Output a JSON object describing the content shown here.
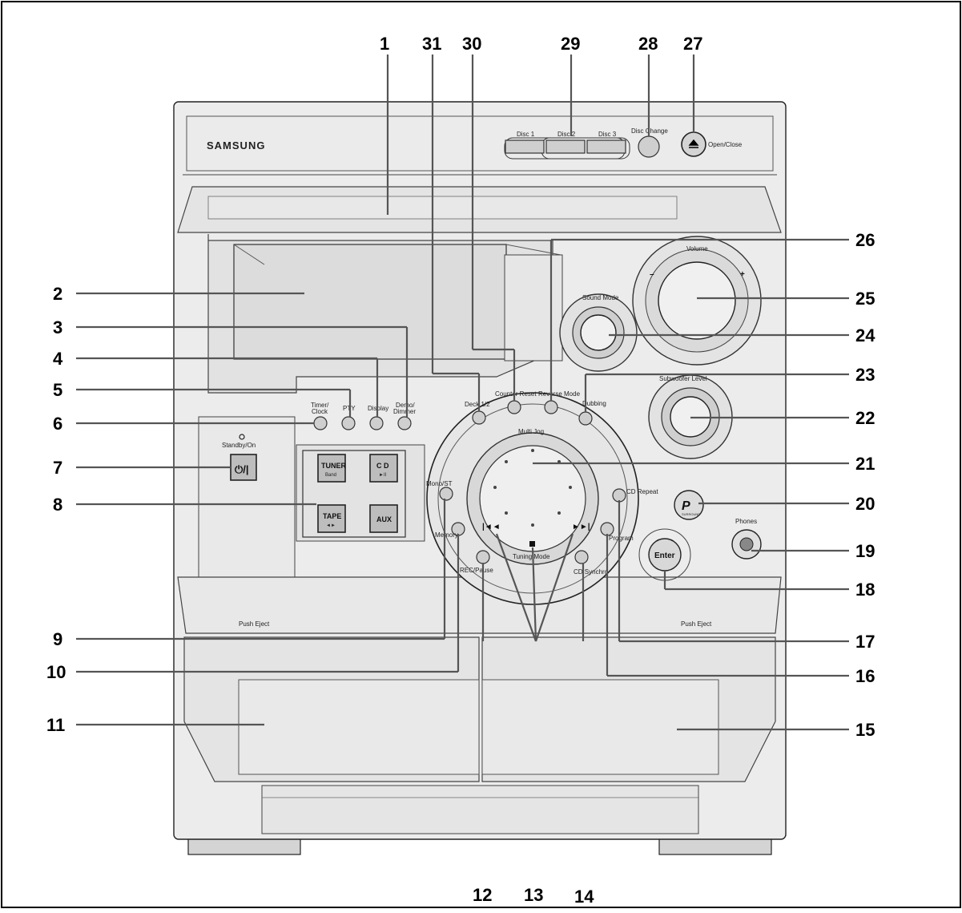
{
  "device": {
    "brand": "SAMSUNG",
    "labels": {
      "disc1": "Disc 1",
      "disc2": "Disc 2",
      "disc3": "Disc 3",
      "disc_change": "Disc Change",
      "open_close": "Open/Close",
      "volume": "Volume",
      "sound_mode": "Sound Mode",
      "subwoofer_level": "Subwoofer Level",
      "timer_clock_1": "Timer/",
      "timer_clock_2": "Clock",
      "pty": "PTY",
      "display": "Display",
      "demo_dimmer_1": "Demo/",
      "demo_dimmer_2": "Dimmer",
      "standby_on": "Standby/On",
      "tuner": "TUNER",
      "band": "Band",
      "cd": "C D",
      "cd_sub": "►II",
      "tape": "TAPE",
      "tape_sub": "◄►",
      "aux": "AUX",
      "multi_jog": "Multi Jog",
      "deck12": "Deck 1/2",
      "counter_reset": "Counter Reset",
      "reverse_mode": "Reverse Mode",
      "dubbing": "Dubbing",
      "mono_st": "Mono/ST",
      "memory": "Memory",
      "rec_pause": "REC/Pause",
      "tuning_mode": "Tuning Mode",
      "cd_synchro": "CD Synchro",
      "program": "Program",
      "cd_repeat": "CD Repeat",
      "surround": "SURROUND",
      "enter": "Enter",
      "phones": "Phones",
      "push_eject_left": "Push Eject",
      "push_eject_right": "Push Eject",
      "minus": "–",
      "plus": "+"
    }
  },
  "callouts": [
    "1",
    "2",
    "3",
    "4",
    "5",
    "6",
    "7",
    "8",
    "9",
    "10",
    "11",
    "12",
    "13",
    "14",
    "15",
    "16",
    "17",
    "18",
    "19",
    "20",
    "21",
    "22",
    "23",
    "24",
    "25",
    "26",
    "27",
    "28",
    "29",
    "30",
    "31"
  ]
}
